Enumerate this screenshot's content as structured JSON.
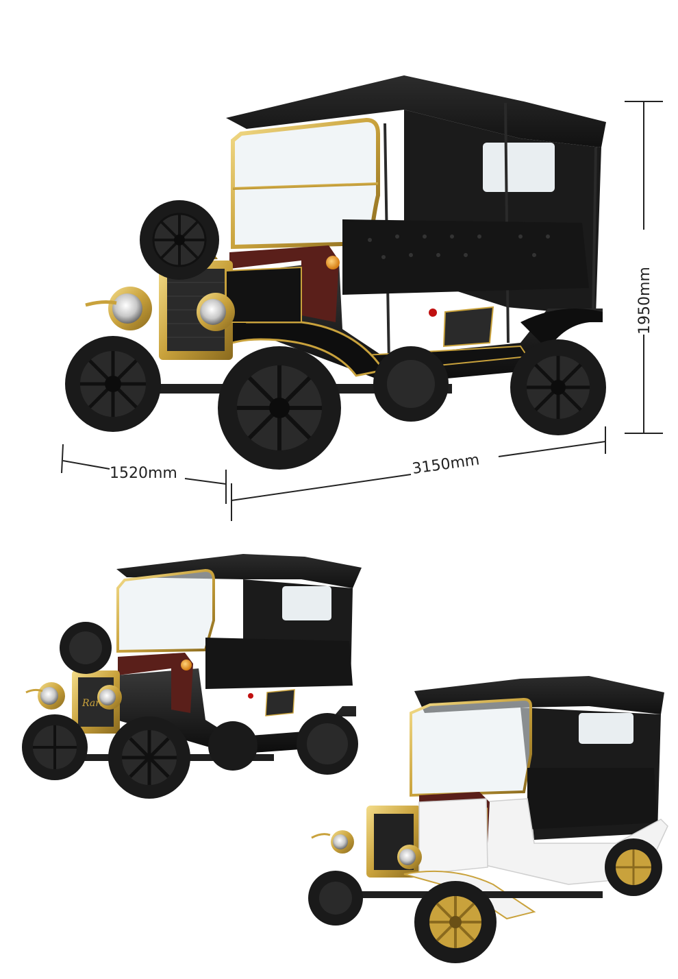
{
  "photo": {
    "subject": "vintage-style electric sightseeing car",
    "colors": {
      "body_black": "#121212",
      "trim_gold": "#c9a23c",
      "accent_maroon": "#5a1f1a",
      "body_white": "#f3f3f3",
      "tire": "#1a1a1a"
    }
  },
  "dimensions": {
    "width_label": "1520mm",
    "length_label": "3150mm",
    "height_label": "1950mm"
  }
}
